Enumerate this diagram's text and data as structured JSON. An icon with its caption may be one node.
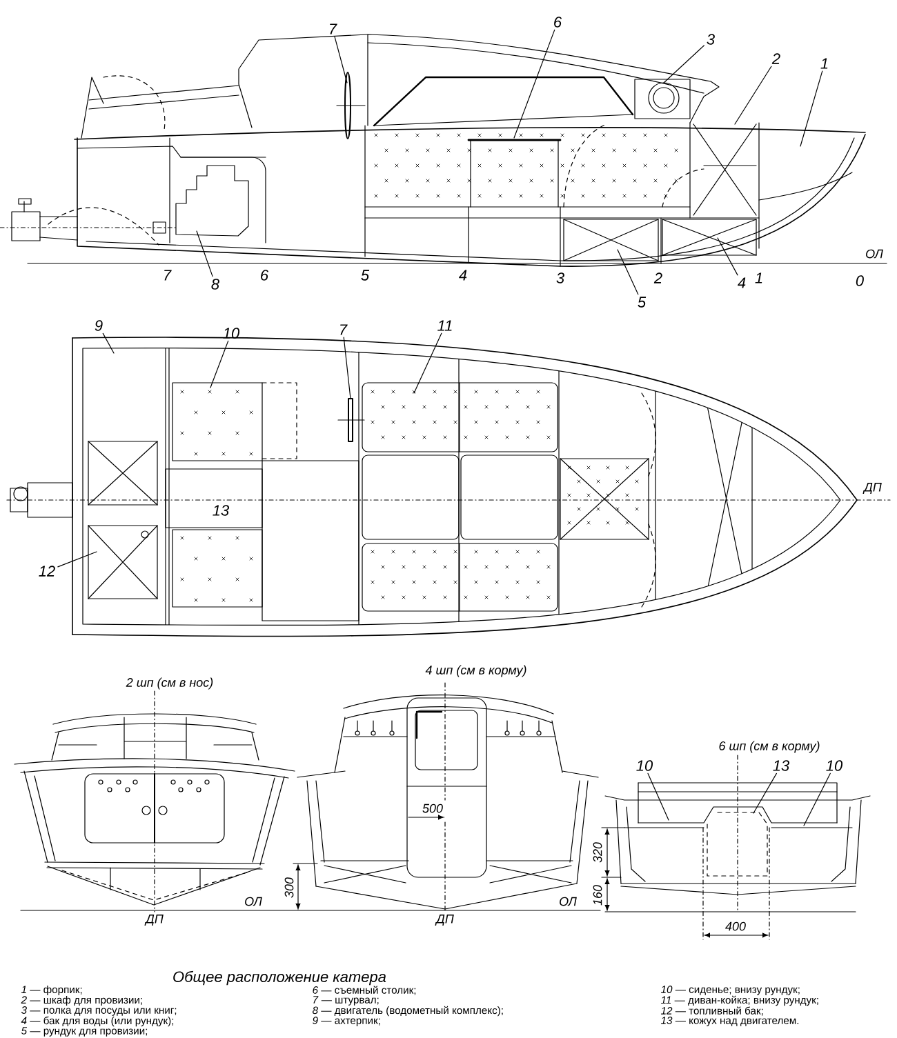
{
  "diagram": {
    "title": "Общее расположение катера",
    "nodes": [
      {
        "text": [
          "7"
        ]
      },
      {
        "text": [
          "6"
        ]
      },
      {
        "text": [
          "3"
        ]
      },
      {
        "text": [
          "2"
        ]
      },
      {
        "text": [
          "1"
        ]
      },
      {
        "text": [
          "8"
        ]
      },
      {
        "text": [
          "5"
        ]
      },
      {
        "text": [
          "4"
        ]
      },
      {
        "text": [
          "9"
        ]
      },
      {
        "text": [
          "10"
        ]
      },
      {
        "text": [
          "7"
        ]
      },
      {
        "text": [
          "11"
        ]
      },
      {
        "text": [
          "12"
        ]
      },
      {
        "text": [
          "10"
        ]
      },
      {
        "text": [
          "13"
        ]
      },
      {
        "text": [
          "10"
        ]
      }
    ],
    "edges": [
      {
        "from": 0,
        "to": null,
        "arrow": "none"
      },
      {
        "from": 1,
        "to": null,
        "arrow": "none"
      },
      {
        "from": 2,
        "to": null,
        "arrow": "none"
      },
      {
        "from": 3,
        "to": null,
        "arrow": "none"
      },
      {
        "from": 4,
        "to": null,
        "arrow": "none"
      },
      {
        "from": 5,
        "to": null,
        "arrow": "none"
      },
      {
        "from": 6,
        "to": null,
        "arrow": "none"
      },
      {
        "from": 7,
        "to": null,
        "arrow": "none"
      },
      {
        "from": 8,
        "to": null,
        "arrow": "none"
      },
      {
        "from": 9,
        "to": null,
        "arrow": "none"
      },
      {
        "from": 10,
        "to": null,
        "arrow": "none"
      },
      {
        "from": 11,
        "to": null,
        "arrow": "none"
      },
      {
        "from": 12,
        "to": null,
        "arrow": "none"
      },
      {
        "from": 13,
        "to": null,
        "arrow": "none"
      },
      {
        "from": 14,
        "to": null,
        "arrow": "none"
      },
      {
        "from": 15,
        "to": null,
        "arrow": "none"
      }
    ],
    "labels": [
      "7",
      "6",
      "5",
      "4",
      "3",
      "2",
      "1",
      "0",
      "ОЛ",
      "ДП",
      "13",
      "2 шп (см в нос)",
      "4 шп (см в корму)",
      "500",
      "6 шп (см в корму)",
      "320",
      "300",
      "ОЛ",
      "ОЛ",
      "160",
      "ДП",
      "ДП",
      "400",
      "*1* — форпик;",
      "*2* — шкаф для провизии;",
      "*3* — полка для посуды или книг;",
      "*4* — бак для воды (или рундук);",
      "*5* — рундук для провизии;",
      "*6* — съемный столик;",
      "*7* — штурвал;",
      "*8* — двигатель (водометный комплекс);",
      "*9* — ахтерпик;",
      "*10* — сиденье; внизу рундук;",
      "*11* — диван-койка; внизу рундук;",
      "*12* — топливный бак;",
      "*13* — кожух над двигателем."
    ]
  }
}
